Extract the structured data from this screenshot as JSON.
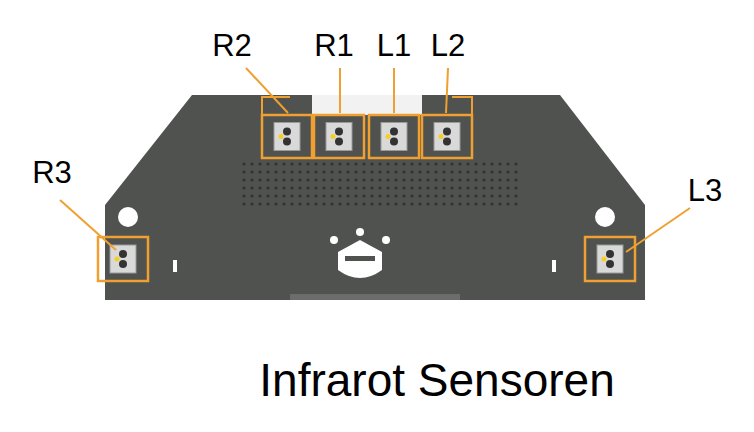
{
  "diagram": {
    "caption": "Infrarot Sensoren",
    "labels": [
      "R2",
      "R1",
      "L1",
      "L2",
      "R3",
      "L3"
    ]
  }
}
